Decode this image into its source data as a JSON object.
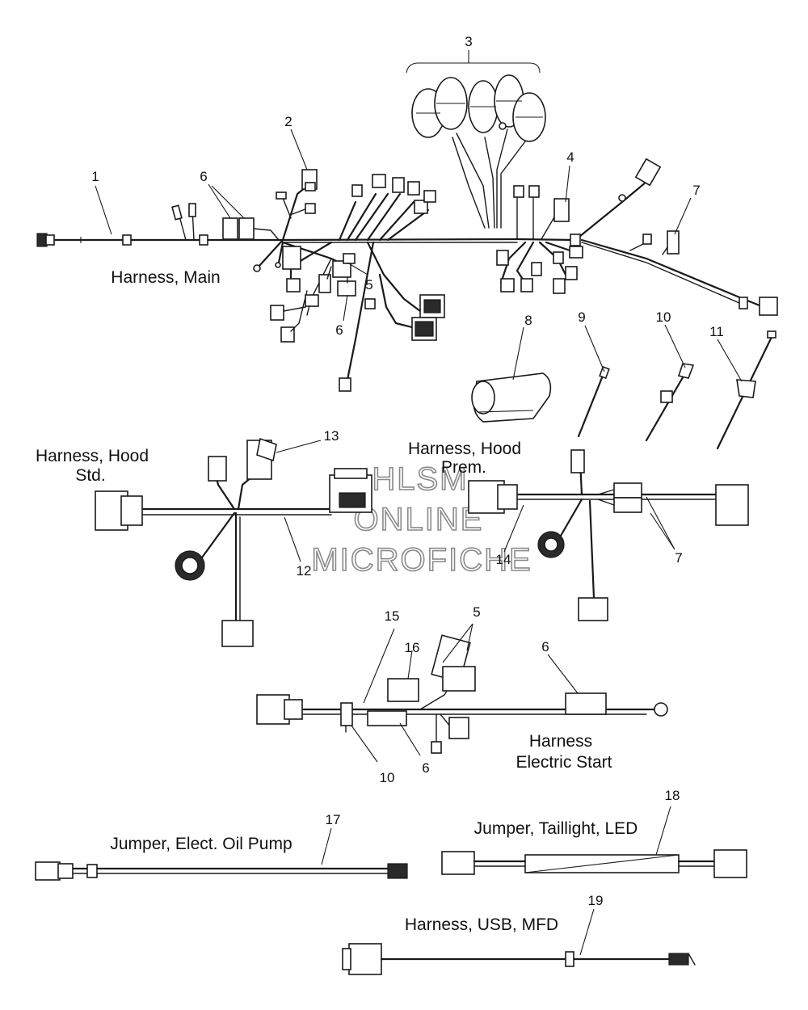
{
  "labels": {
    "harness_main": "Harness, Main",
    "harness_hood_std_line1": "Harness, Hood",
    "harness_hood_std_line2": "Std.",
    "harness_hood_prem_line1": "Harness, Hood",
    "harness_hood_prem_line2": "Prem.",
    "harness_electric_start_line1": "Harness",
    "harness_electric_start_line2": "Electric Start",
    "jumper_oil_pump": "Jumper, Elect. Oil Pump",
    "jumper_taillight": "Jumper, Taillight, LED",
    "harness_usb": "Harness, USB, MFD"
  },
  "callouts": {
    "c1": "1",
    "c2": "2",
    "c3": "3",
    "c4": "4",
    "c5a": "5",
    "c5b": "5",
    "c6a": "6",
    "c6b": "6",
    "c6c": "6",
    "c6d": "6",
    "c7a": "7",
    "c7b": "7",
    "c8": "8",
    "c9": "9",
    "c10a": "10",
    "c10b": "10",
    "c11": "11",
    "c12": "12",
    "c13": "13",
    "c14": "14",
    "c15": "15",
    "c16": "16",
    "c17": "17",
    "c18": "18",
    "c19": "19"
  },
  "watermark": {
    "line1": "HLSM",
    "line2": "ONLINE",
    "line3": "MICROFICHE"
  }
}
